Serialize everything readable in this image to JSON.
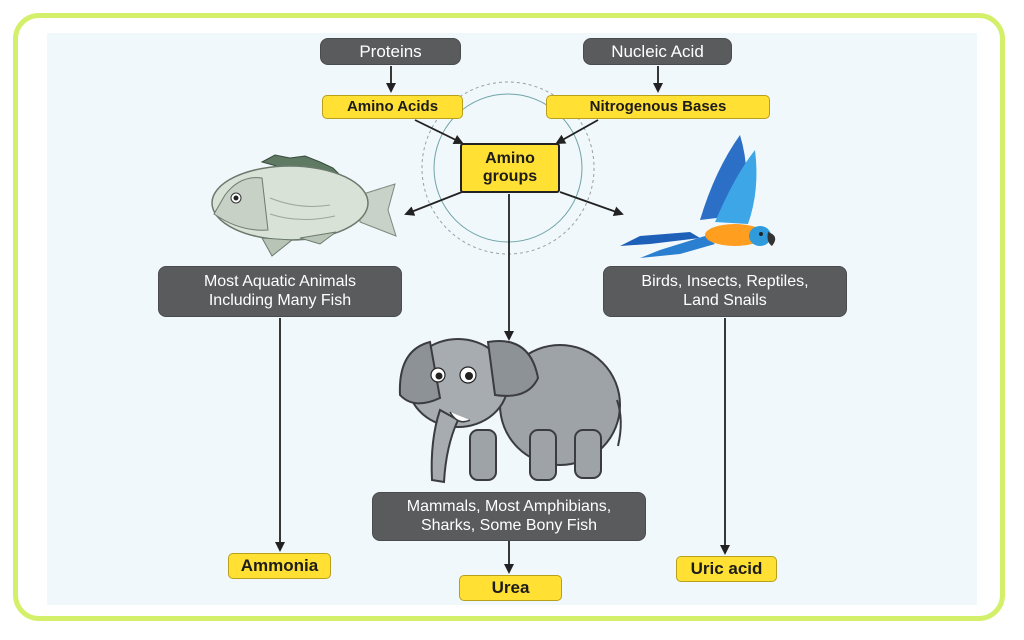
{
  "sources": {
    "proteins": "Proteins",
    "nucleic_acid": "Nucleic Acid"
  },
  "intermediates": {
    "amino_acids": "Amino Acids",
    "nitrogenous_bases": "Nitrogenous Bases",
    "amino_groups": "Amino\ngroups"
  },
  "groups": {
    "aquatic": "Most Aquatic Animals\nIncluding Many Fish",
    "birds": "Birds, Insects, Reptiles,\nLand Snails",
    "mammals": "Mammals, Most Amphibians,\nSharks, Some Bony Fish"
  },
  "products": {
    "ammonia": "Ammonia",
    "urea": "Urea",
    "uric_acid": "Uric acid"
  },
  "colors": {
    "border": "#d4f06a",
    "panel": "#f0f8fc",
    "dark_box": "#5a5b5d",
    "yellow_box": "#ffe033"
  },
  "illustrations": [
    "fish",
    "parrot",
    "elephant"
  ]
}
